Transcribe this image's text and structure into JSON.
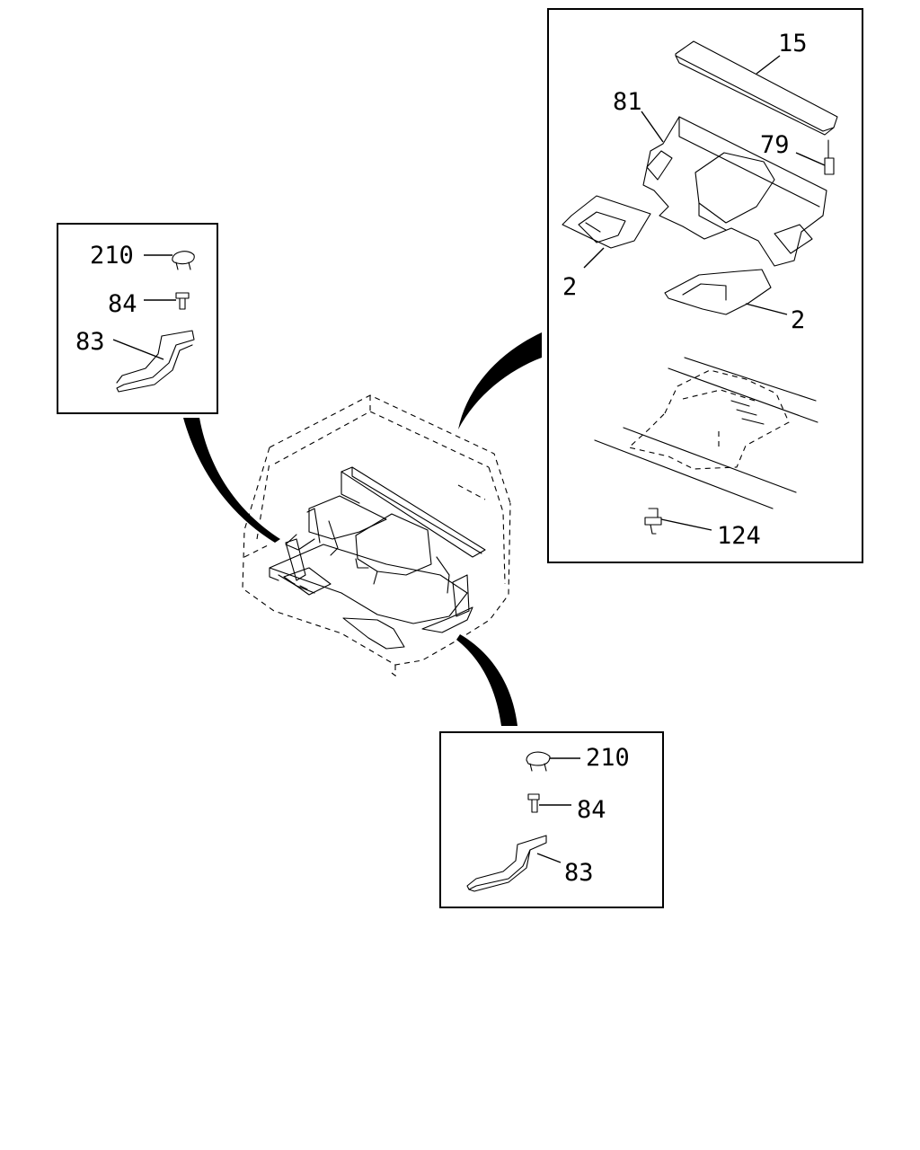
{
  "callouts": {
    "left_box": {
      "c210": "210",
      "c84": "84",
      "c83": "83"
    },
    "right_box": {
      "c15": "15",
      "c81": "81",
      "c79": "79",
      "c2a": "2",
      "c2b": "2",
      "c124": "124"
    },
    "bottom_box": {
      "c210": "210",
      "c84": "84",
      "c83": "83"
    }
  }
}
